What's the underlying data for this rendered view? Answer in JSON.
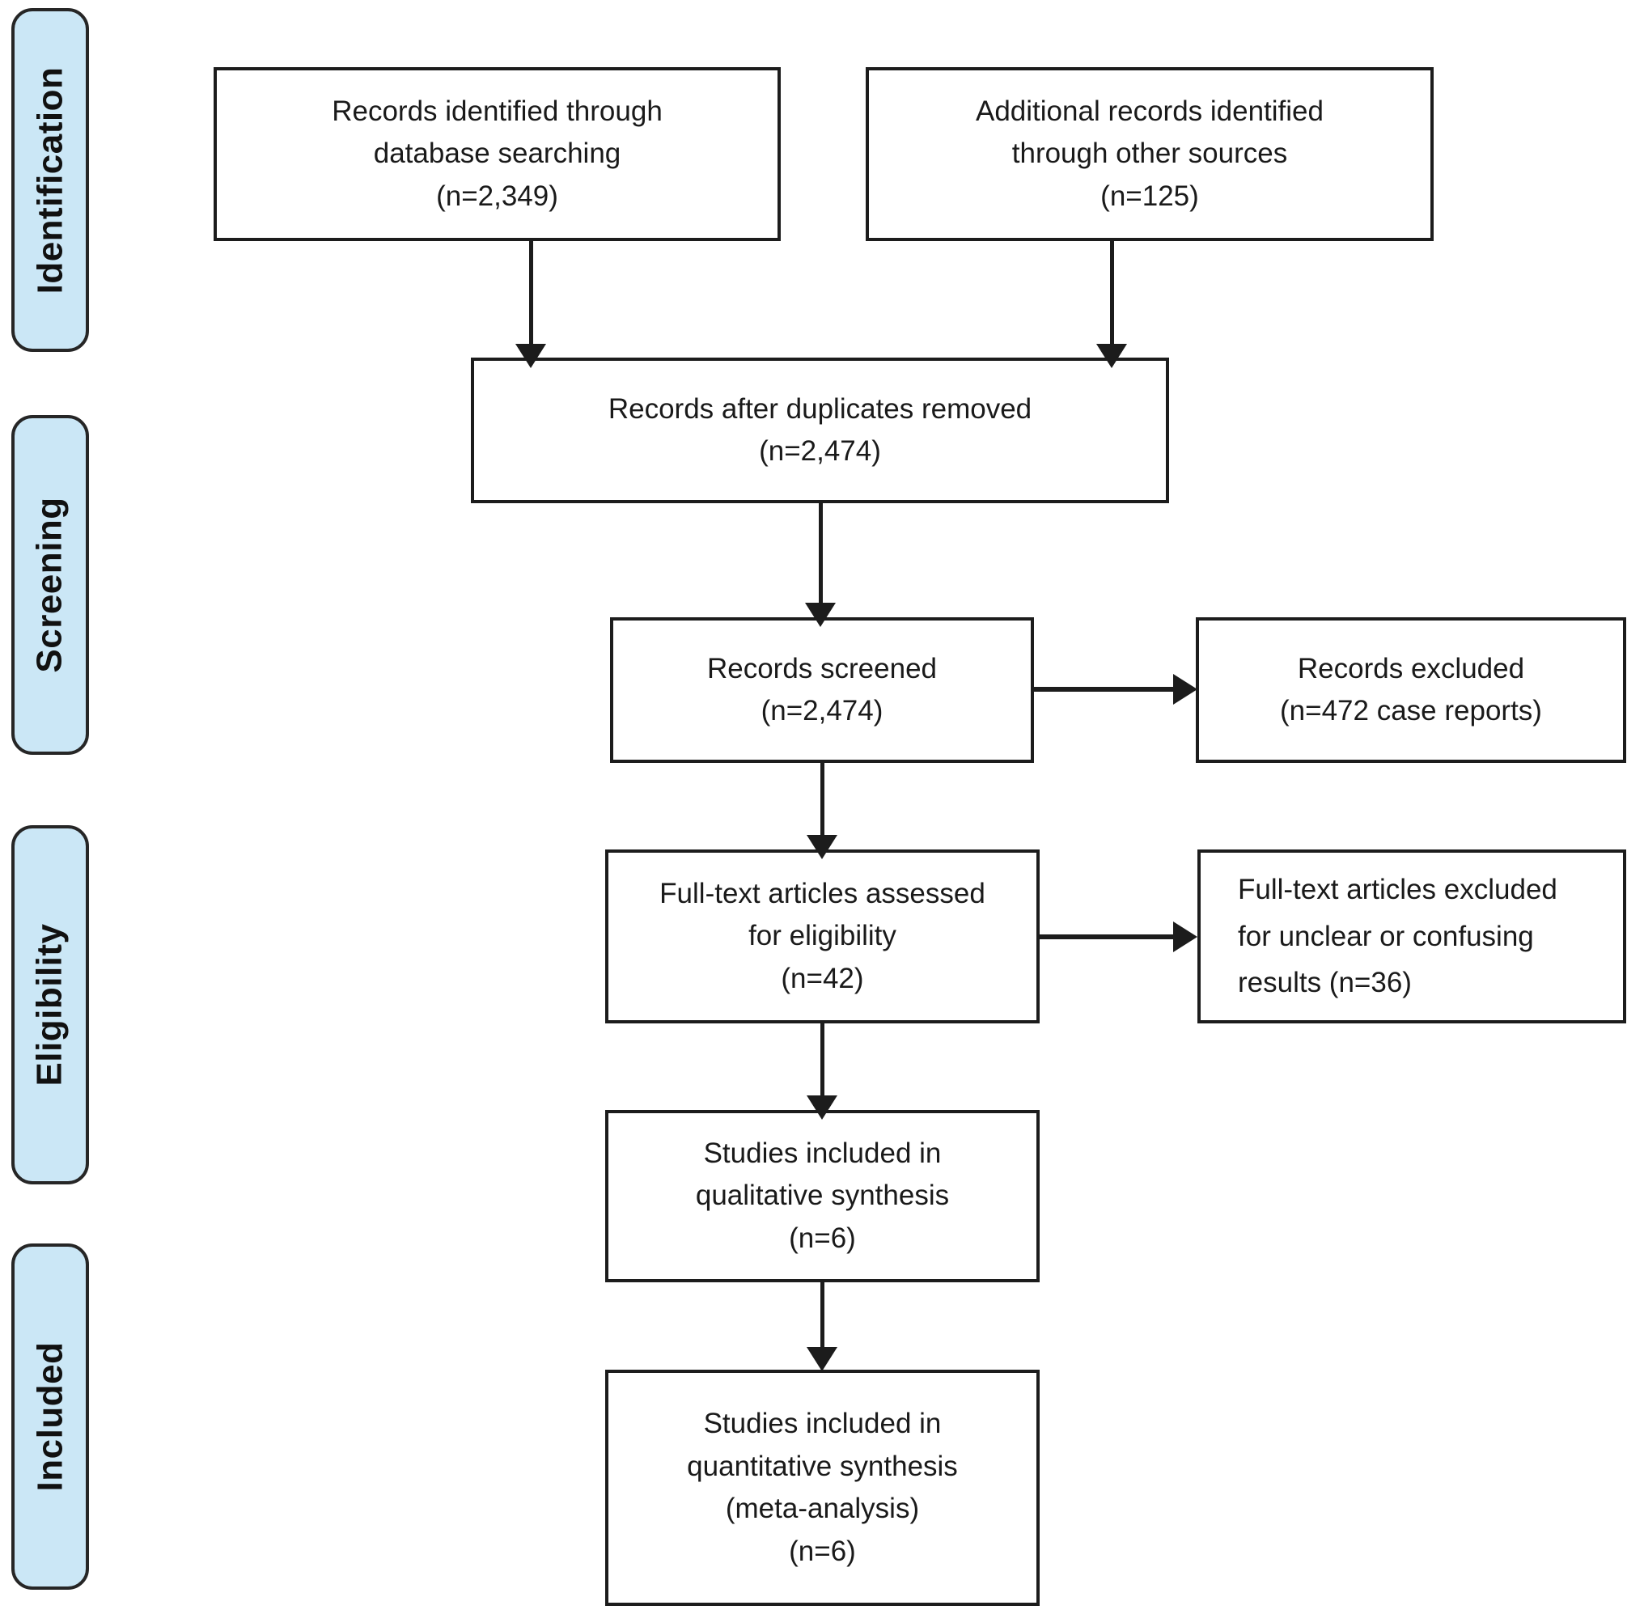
{
  "stages": [
    {
      "id": "identification",
      "label": "Identification"
    },
    {
      "id": "screening",
      "label": "Screening"
    },
    {
      "id": "eligibility",
      "label": "Eligibility"
    },
    {
      "id": "included",
      "label": "Included"
    }
  ],
  "boxes": [
    {
      "id": "records-identified",
      "text": "Records identified through\ndatabase searching\n(n=2,349)"
    },
    {
      "id": "additional-records",
      "text": "Additional records identified\nthrough other sources\n(n=125)"
    },
    {
      "id": "duplicates-removed",
      "text": "Records after duplicates removed\n(n=2,474)"
    },
    {
      "id": "records-screened",
      "text": "Records screened\n(n=2,474)"
    },
    {
      "id": "records-excluded",
      "text": "Records excluded\n(n=472 case reports)"
    },
    {
      "id": "fulltext-assessed",
      "text": "Full-text articles assessed\nfor eligibility\n(n=42)"
    },
    {
      "id": "fulltext-excluded",
      "text": "Full-text articles excluded\nfor unclear or confusing\nresults (n=36)"
    },
    {
      "id": "qualitative-synthesis",
      "text": "Studies included in\nqualitative synthesis\n(n=6)"
    },
    {
      "id": "quantitative-synthesis",
      "text": "Studies included in\nquantitative synthesis\n(meta-analysis)\n(n=6)"
    }
  ],
  "arrows": [
    {
      "from": "records-identified",
      "to": "duplicates-removed",
      "direction": "down"
    },
    {
      "from": "additional-records",
      "to": "duplicates-removed",
      "direction": "down"
    },
    {
      "from": "duplicates-removed",
      "to": "records-screened",
      "direction": "down"
    },
    {
      "from": "records-screened",
      "to": "records-excluded",
      "direction": "right"
    },
    {
      "from": "records-screened",
      "to": "fulltext-assessed",
      "direction": "down"
    },
    {
      "from": "fulltext-assessed",
      "to": "fulltext-excluded",
      "direction": "right"
    },
    {
      "from": "fulltext-assessed",
      "to": "qualitative-synthesis",
      "direction": "down"
    },
    {
      "from": "qualitative-synthesis",
      "to": "quantitative-synthesis",
      "direction": "down"
    }
  ],
  "colors": {
    "stage_fill": "#cbe7f6",
    "line": "#1c1c1c",
    "box_bg": "#ffffff",
    "text": "#1a1a1a"
  }
}
